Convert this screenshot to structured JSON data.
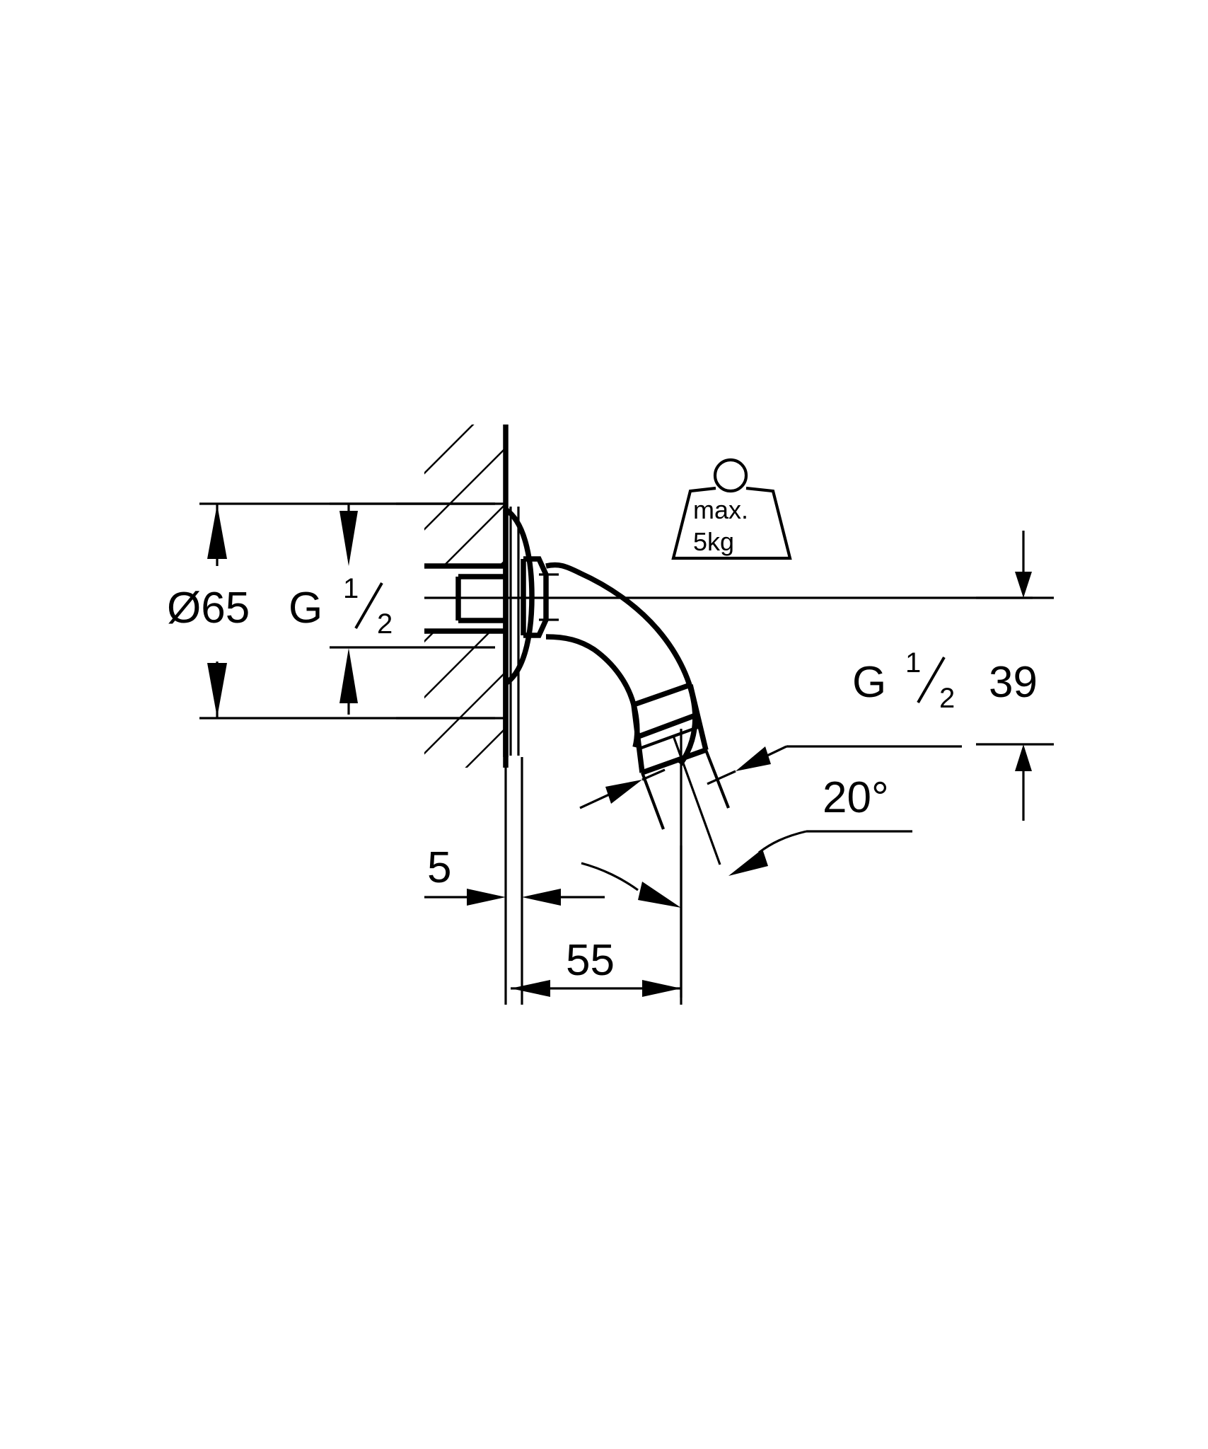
{
  "drawing": {
    "type": "technical-dimension-drawing",
    "subject": "wall-mounted faucet spout cross-section",
    "background_color": "#ffffff",
    "line_color": "#000000"
  },
  "labels": {
    "diameter_flange": {
      "prefix": "Ø",
      "value": "65",
      "full": "Ø65"
    },
    "thread_inlet": {
      "letter": "G",
      "numerator": "1",
      "denominator": "2",
      "full": "G ½"
    },
    "thread_outlet": {
      "letter": "G",
      "numerator": "1",
      "denominator": "2",
      "full": "G ½"
    },
    "height_right": "39",
    "angle": "20°",
    "projection_small": "5",
    "projection_large": "55"
  },
  "weight_symbol": {
    "name": "max-load-weight-icon",
    "line1": "max.",
    "line2": "5kg"
  },
  "chart_data": {
    "type": "table",
    "title": "Faucet spout dimensions",
    "categories": [
      "Ø65",
      "G ½ (inlet)",
      "G ½ (outlet)",
      "39",
      "20°",
      "5",
      "55",
      "max. 5kg"
    ],
    "values": [
      65,
      0.5,
      0.5,
      39,
      20,
      5,
      55,
      5
    ],
    "units": [
      "mm",
      "inch-thread",
      "inch-thread",
      "mm",
      "degrees",
      "mm",
      "mm",
      "kg"
    ],
    "xlabel": "",
    "ylabel": ""
  }
}
